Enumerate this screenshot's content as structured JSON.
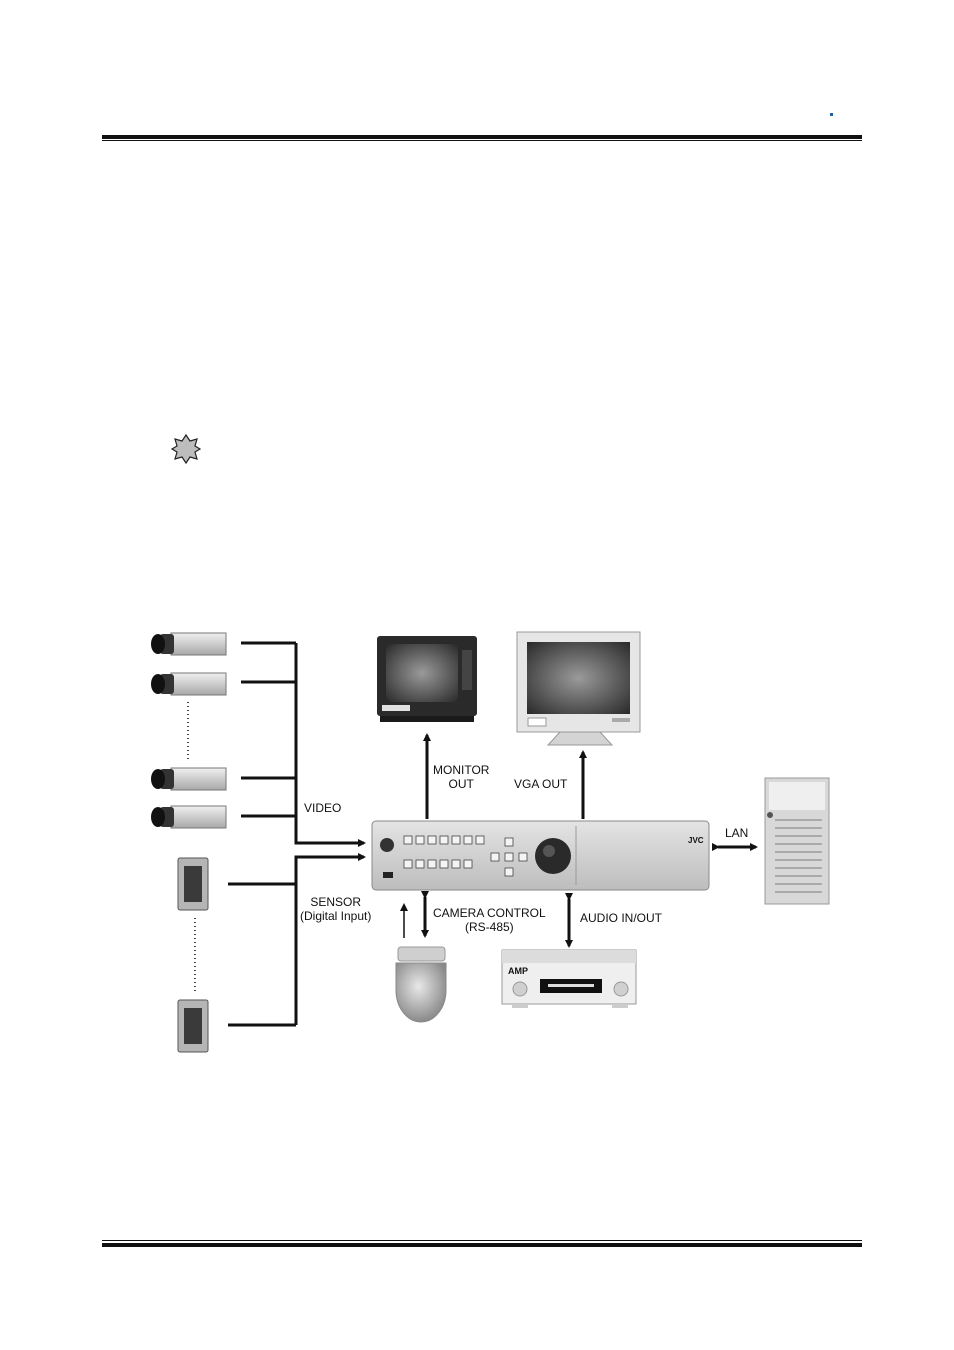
{
  "header": {
    "accent_color": "#1f5fa8"
  },
  "diagram": {
    "labels": {
      "monitor_out_line1": "MONITOR",
      "monitor_out_line2": "OUT",
      "vga_out": "VGA OUT",
      "video": "VIDEO",
      "lan": "LAN",
      "sensor_line1": "SENSOR",
      "sensor_line2": "(Digital Input)",
      "camera_control_line1": "CAMERA CONTROL",
      "camera_control_line2": "(RS-485)",
      "audio_in_out": "AUDIO IN/OUT",
      "amp": "AMP",
      "brand": "JVC"
    }
  }
}
